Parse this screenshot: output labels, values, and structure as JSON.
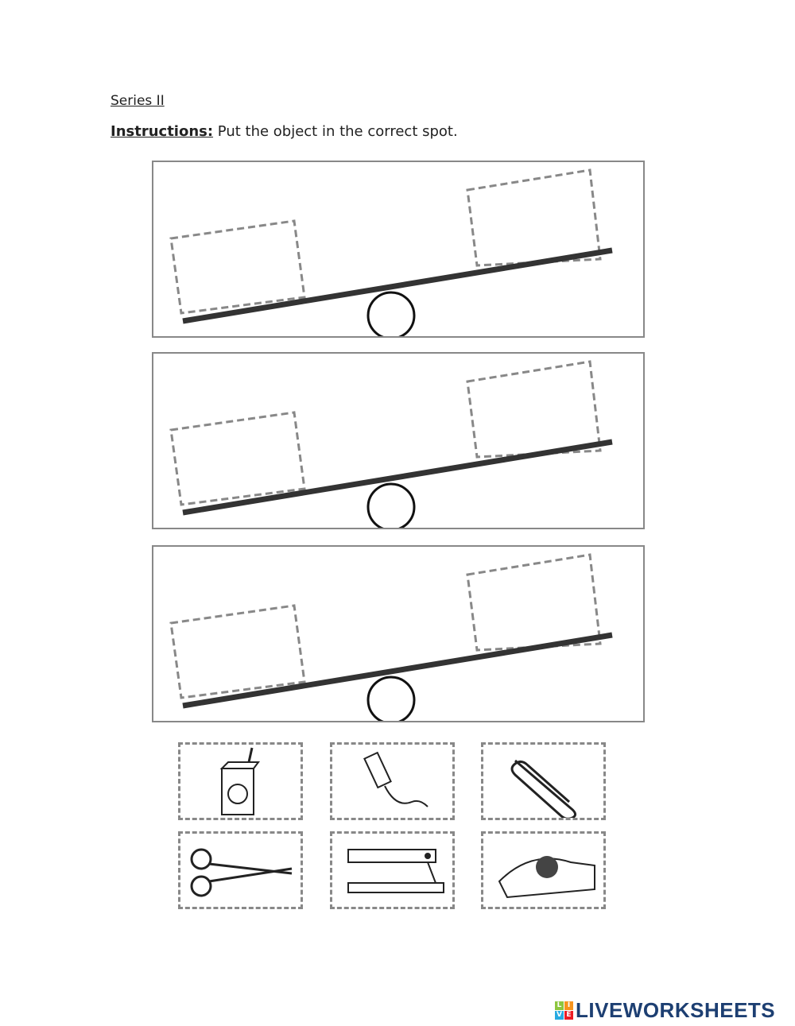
{
  "header": {
    "series": "Series II",
    "instructions_label": "Instructions:",
    "instructions_text": " Put the object in the correct spot."
  },
  "panels": [
    {
      "id": 1
    },
    {
      "id": 2
    },
    {
      "id": 3
    }
  ],
  "items": [
    {
      "name": "juice-box"
    },
    {
      "name": "glue-stick"
    },
    {
      "name": "paper-clip"
    },
    {
      "name": "scissors"
    },
    {
      "name": "stapler"
    },
    {
      "name": "tape-dispenser"
    }
  ],
  "footer": {
    "logo_letters": [
      "L",
      "I",
      "V",
      "E"
    ],
    "logo_text": "LIVEWORKSHEETS",
    "logo_colors": [
      "#8dc63f",
      "#f7941d",
      "#27aae1",
      "#ed1c24"
    ],
    "brand_color": "#1d3f72"
  }
}
